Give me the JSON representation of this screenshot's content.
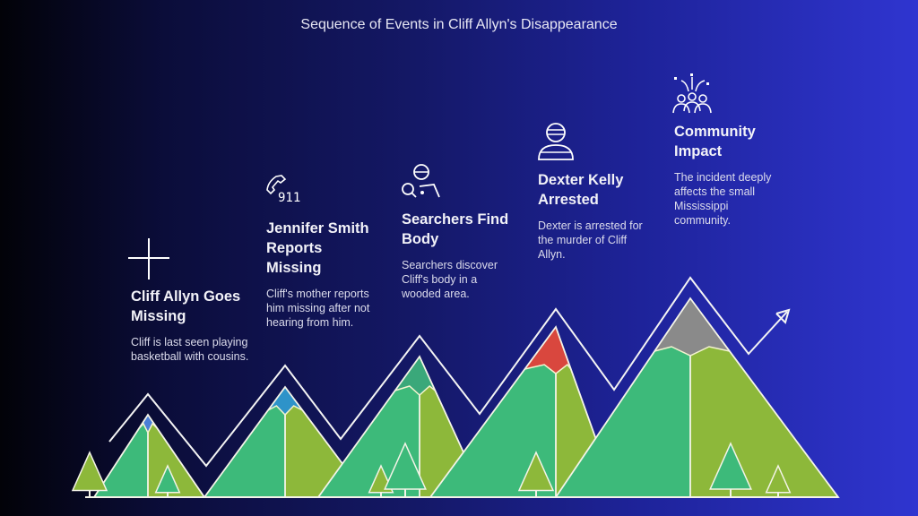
{
  "title": "Sequence of Events in Cliff Allyn's Disappearance",
  "steps": [
    {
      "title": "Cliff Allyn Goes Missing",
      "description": "Cliff is last seen playing basketball with cousins.",
      "icon": "cross-icon",
      "cap_color": "#4a7fd6"
    },
    {
      "title": "Jennifer Smith Reports Missing",
      "description": "Cliff's mother reports him missing after not hearing from him.",
      "icon": "phone-911-icon",
      "icon_text": "911",
      "cap_color": "#2e93c9"
    },
    {
      "title": "Searchers Find Body",
      "description": "Searchers discover Cliff's body in a wooded area.",
      "icon": "searcher-icon",
      "cap_color": "#3aa87a"
    },
    {
      "title": "Dexter Kelly Arrested",
      "description": "Dexter is arrested for the murder of Cliff Allyn.",
      "icon": "prisoner-icon",
      "cap_color": "#d9473e"
    },
    {
      "title": "Community Impact",
      "description": "The incident deeply affects the small Mississippi community.",
      "icon": "community-icon",
      "cap_color": "#8a8a8a"
    }
  ],
  "colors": {
    "mountain_left": "#3dba7a",
    "mountain_right": "#8db83a",
    "outline": "#f4f4e8"
  }
}
